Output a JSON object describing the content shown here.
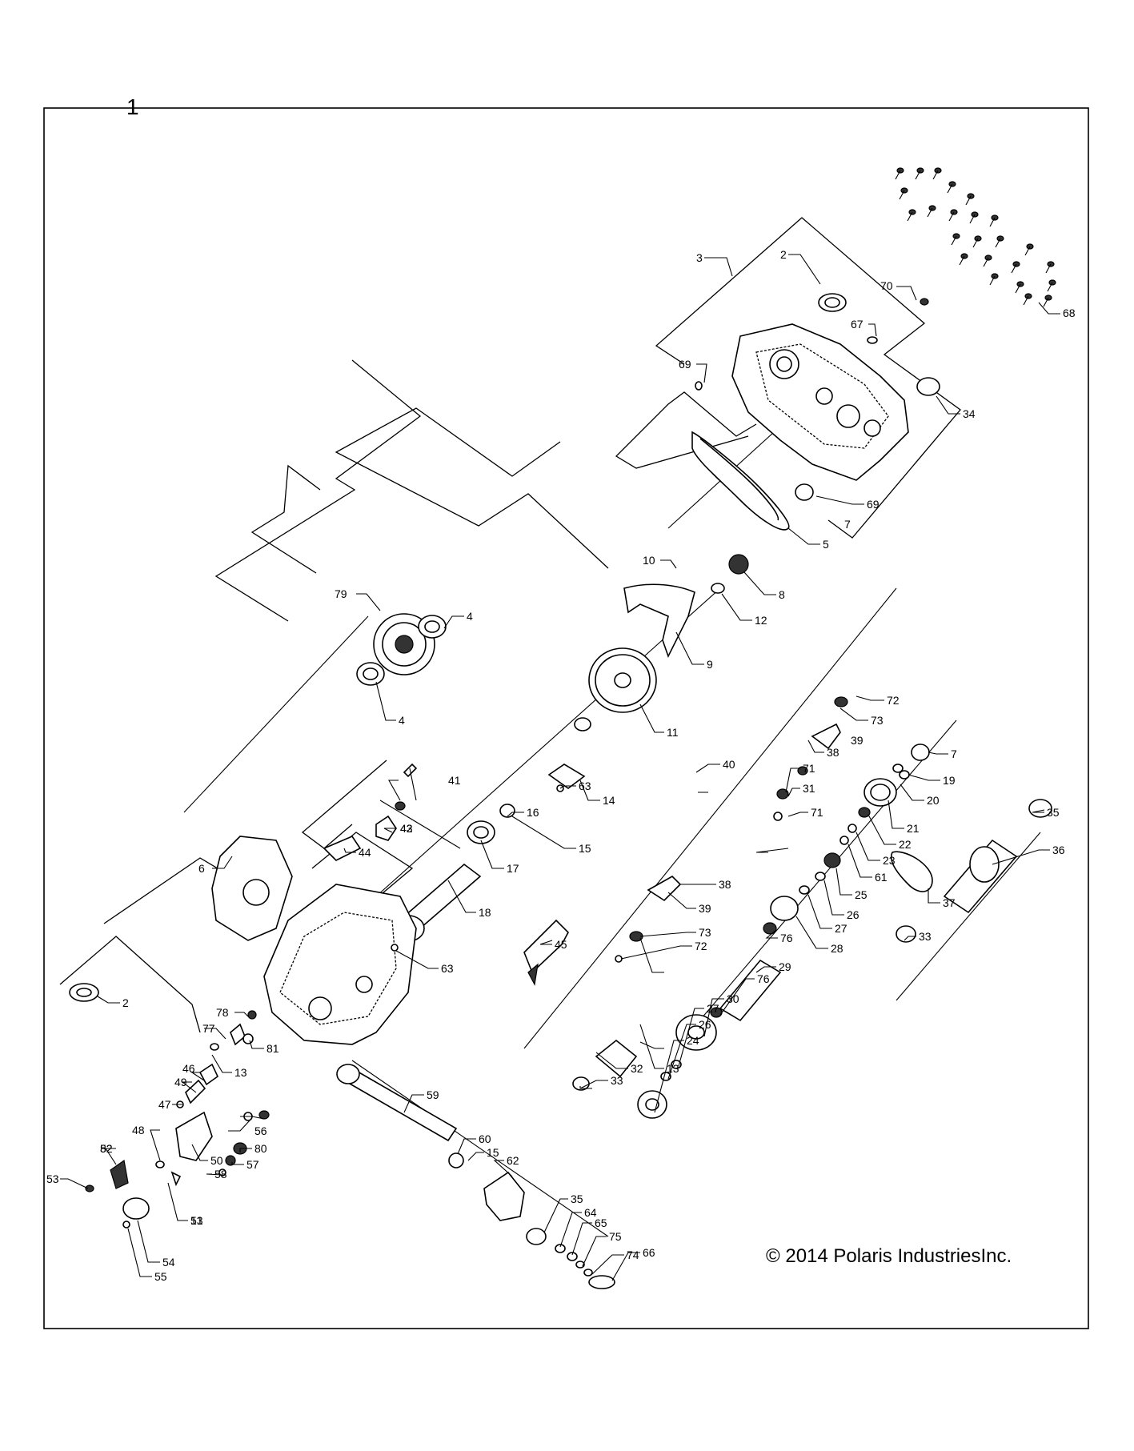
{
  "diagram": {
    "sheet_number": "1",
    "copyright": "© 2014 Polaris IndustriesInc.",
    "callouts": [
      "1",
      "2",
      "3",
      "4",
      "5",
      "6",
      "7",
      "8",
      "9",
      "10",
      "11",
      "12",
      "13",
      "14",
      "15",
      "16",
      "17",
      "18",
      "19",
      "20",
      "21",
      "22",
      "23",
      "24",
      "25",
      "26",
      "27",
      "28",
      "29",
      "30",
      "31",
      "32",
      "33",
      "34",
      "35",
      "36",
      "37",
      "38",
      "39",
      "40",
      "41",
      "42",
      "43",
      "44",
      "45",
      "46",
      "47",
      "48",
      "49",
      "50",
      "51",
      "52",
      "53",
      "54",
      "55",
      "56",
      "57",
      "58",
      "59",
      "60",
      "61",
      "62",
      "63",
      "64",
      "65",
      "66",
      "67",
      "68",
      "69",
      "70",
      "71",
      "72",
      "73",
      "74",
      "75",
      "76",
      "77",
      "78",
      "79",
      "80",
      "81",
      "82"
    ]
  }
}
